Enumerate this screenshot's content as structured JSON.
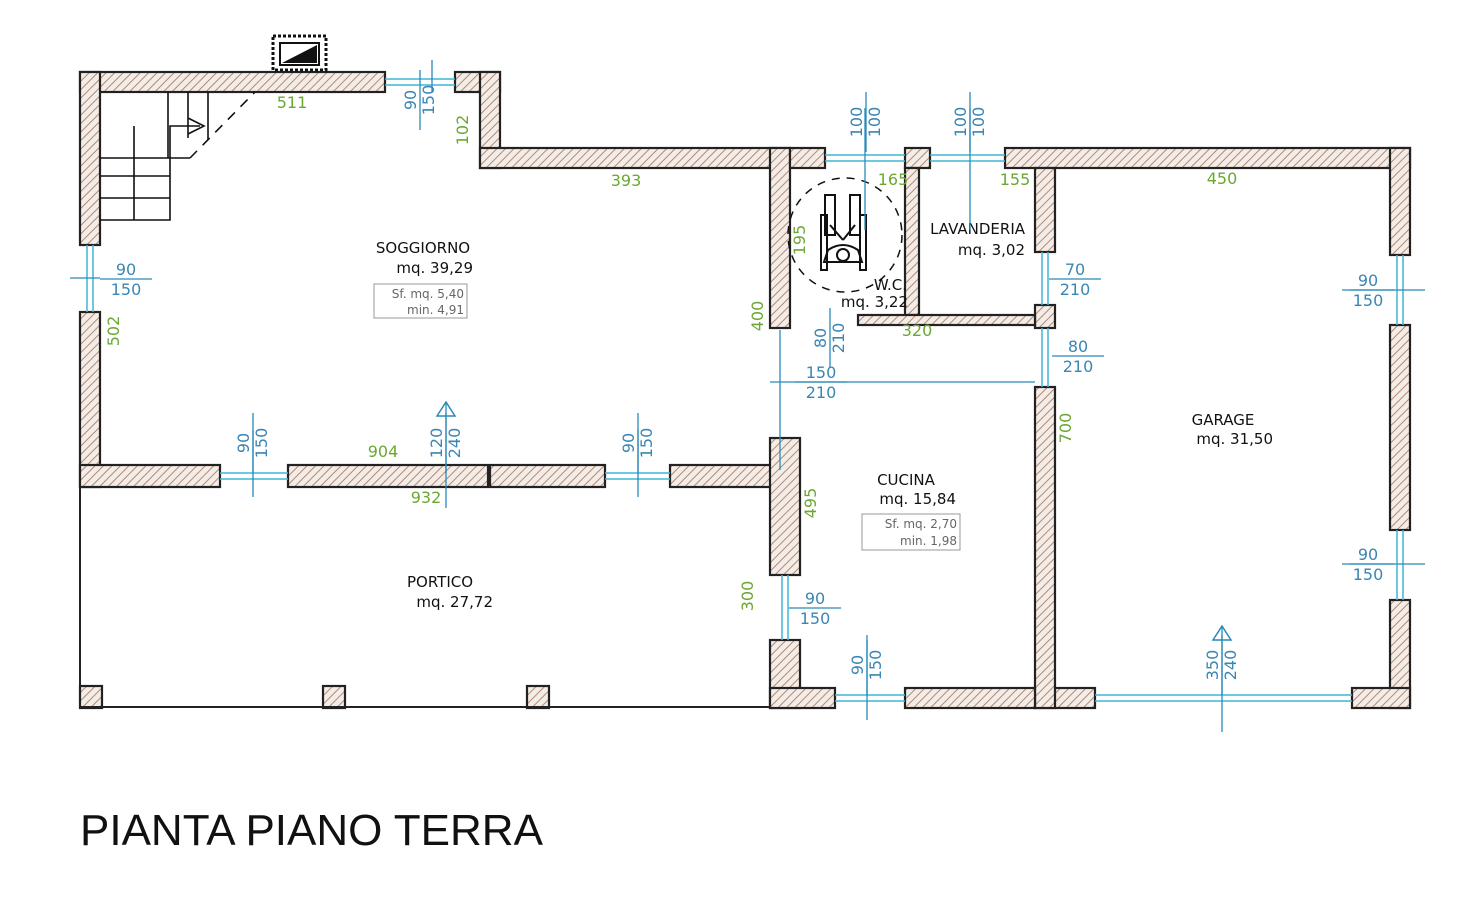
{
  "title": "PIANTA PIANO TERRA",
  "rooms": {
    "soggiorno": {
      "name": "SOGGIORNO",
      "area": "mq.  39,29",
      "sf": "Sf.  mq.  5,40",
      "min": "min.  4,91"
    },
    "wc": {
      "name": "W.C.",
      "area": "mq.  3,22"
    },
    "lavanderia": {
      "name": "LAVANDERIA",
      "area": "mq.  3,02"
    },
    "cucina": {
      "name": "CUCINA",
      "area": "mq.  15,84",
      "sf": "Sf.  mq.  2,70",
      "min": "min.  1,98"
    },
    "portico": {
      "name": "PORTICO",
      "area": "mq.  27,72"
    },
    "garage": {
      "name": "GARAGE",
      "area": "mq.  31,50"
    }
  },
  "dimensions": [
    "511",
    "102",
    "393",
    "165",
    "155",
    "450",
    "195",
    "502",
    "400",
    "320",
    "904",
    "932",
    "700",
    "495",
    "300"
  ],
  "openings": [
    {
      "w": "90",
      "h": "150"
    },
    {
      "w": "100",
      "h": "100"
    },
    {
      "w": "100",
      "h": "100"
    },
    {
      "w": "90",
      "h": "150"
    },
    {
      "w": "70",
      "h": "210"
    },
    {
      "w": "80",
      "h": "210"
    },
    {
      "w": "80",
      "h": "210"
    },
    {
      "w": "150",
      "h": "210"
    },
    {
      "w": "90",
      "h": "150"
    },
    {
      "w": "120",
      "h": "240"
    },
    {
      "w": "90",
      "h": "150"
    },
    {
      "w": "90",
      "h": "150"
    },
    {
      "w": "90",
      "h": "150"
    },
    {
      "w": "90",
      "h": "150"
    },
    {
      "w": "90",
      "h": "150"
    },
    {
      "w": "350",
      "h": "240"
    }
  ],
  "colors": {
    "wall_fill": "#c8a897",
    "dimension": "#6aa832",
    "opening": "#3a86b4",
    "window": "#3fb6d6"
  }
}
